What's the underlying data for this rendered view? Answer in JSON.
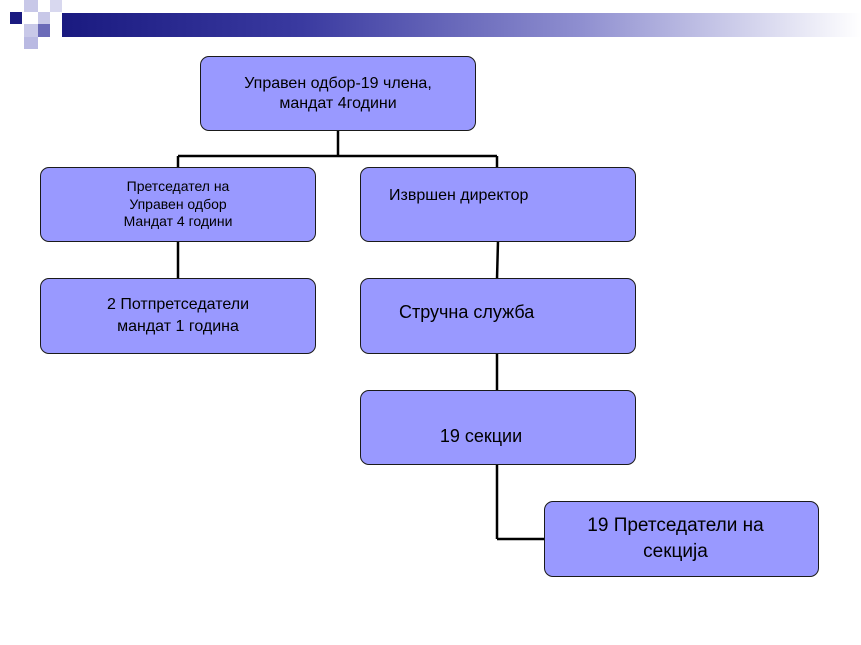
{
  "slide": {
    "accent_dark": "#1a1a80",
    "accent_light": "#8f8fd0",
    "node_fill": "#9999ff",
    "connector_color": "#000000"
  },
  "org_chart": {
    "board": {
      "line1": "Управен одбор-19 члена,",
      "line2": "мандат 4години"
    },
    "chairman": {
      "line1": "Претседател на",
      "line2": "Управен одбор",
      "line3": "Мандат 4 години"
    },
    "director": {
      "line1": "Извршен директор"
    },
    "vice_chairmen": {
      "line1": "2 Потпретседатели",
      "line2": "мандат 1 година"
    },
    "expert_service": {
      "line1": "Стручна служба"
    },
    "sections": {
      "line1": "19 секции"
    },
    "section_chairmen": {
      "line1": "19 Претседатели на",
      "line2": "секција"
    }
  }
}
